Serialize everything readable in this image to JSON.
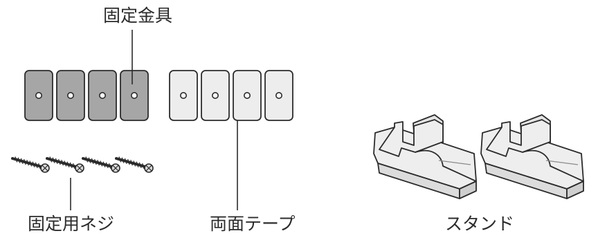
{
  "labels": {
    "bracket": "固定金具",
    "screws": "固定用ネジ",
    "tape": "両面テープ",
    "stand": "スタンド"
  },
  "parts": {
    "bracket_count": 4,
    "tape_count": 4,
    "screw_count": 4,
    "stand_count": 2
  },
  "colors": {
    "bracket_fill": "#a6a6a6",
    "tape_fill": "#ededed",
    "stand_fill": "#eeeeee",
    "outline": "#2b2b2b"
  }
}
